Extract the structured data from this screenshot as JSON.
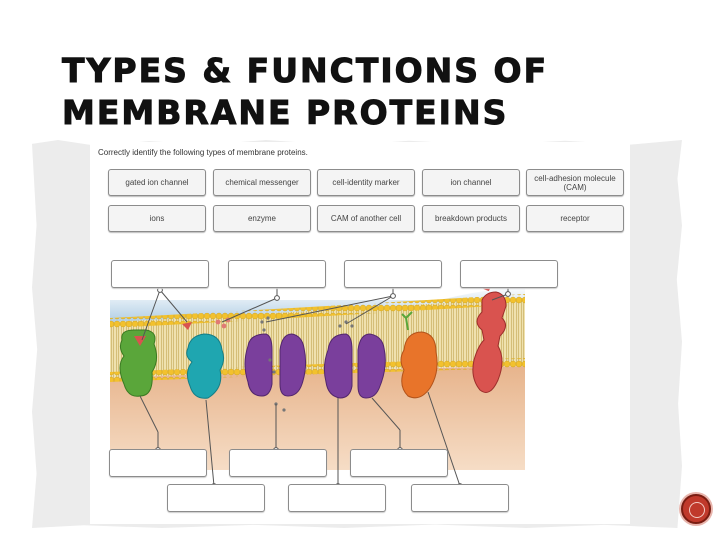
{
  "title": {
    "line1": "TYPES & FUNCTIONS OF",
    "line2": "MEMBRANE PROTEINS"
  },
  "instruction": "Correctly identify the following types of membrane proteins.",
  "chips_row1": [
    "gated ion channel",
    "chemical messenger",
    "cell-identity marker",
    "ion channel",
    "cell-adhesion molecule (CAM)"
  ],
  "chips_row2": [
    "ions",
    "enzyme",
    "CAM of another cell",
    "breakdown products",
    "receptor"
  ],
  "colors": {
    "membrane_head": "#f2c12e",
    "membrane_tail": "#e9d9a0",
    "protein_green": "#5aa63a",
    "protein_teal": "#1fa6b0",
    "protein_purple": "#7a3f9c",
    "protein_orange": "#e8742a",
    "protein_red": "#d9534f",
    "accent_button": "#c0392b"
  }
}
